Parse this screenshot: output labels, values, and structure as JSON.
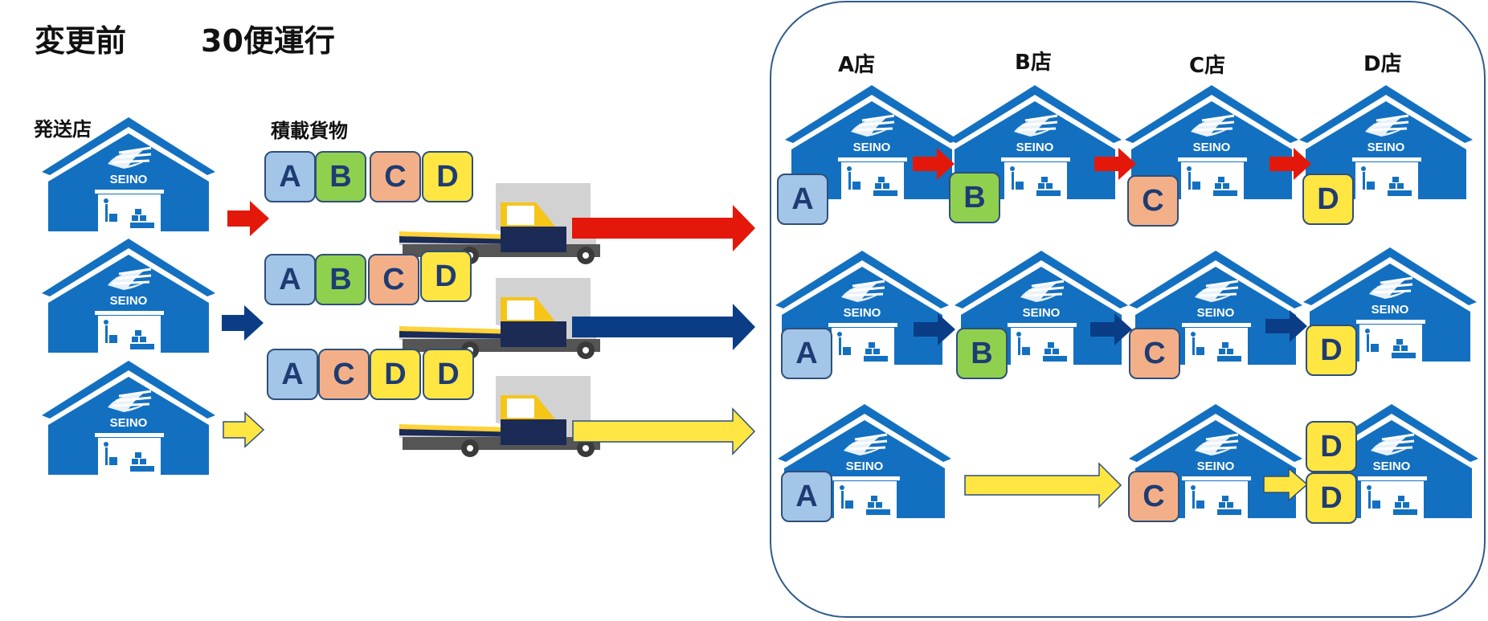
{
  "header": {
    "before_label": "変更前",
    "flights_label": "30便運行"
  },
  "section_labels": {
    "origin": "発送店",
    "cargo": "積載貨物"
  },
  "warehouse_sign": "SEINO",
  "stores": [
    "A店",
    "B店",
    "C店",
    "D店"
  ],
  "colors": {
    "route_red": "#e3180b",
    "route_navy": "#0a3d86",
    "route_yellow": "#ffe642",
    "warehouse_blue": "#1370c0",
    "panel_border": "#2f5b8a"
  },
  "box_colors": {
    "A": "#a3c5e8",
    "B": "#8fd14f",
    "C": "#f3b088",
    "D": "#ffe642"
  },
  "routes": [
    {
      "color": "red",
      "cargo": [
        "A",
        "B",
        "C",
        "D"
      ],
      "deliveries": [
        {
          "store": "A店",
          "box": "A"
        },
        {
          "store": "B店",
          "box": "B"
        },
        {
          "store": "C店",
          "box": "C"
        },
        {
          "store": "D店",
          "box": "D"
        }
      ]
    },
    {
      "color": "navy",
      "cargo": [
        "A",
        "B",
        "C",
        "D"
      ],
      "deliveries": [
        {
          "store": "A店",
          "box": "A"
        },
        {
          "store": "B店",
          "box": "B"
        },
        {
          "store": "C店",
          "box": "C"
        },
        {
          "store": "D店",
          "box": "D"
        }
      ]
    },
    {
      "color": "yellow",
      "cargo": [
        "A",
        "C",
        "D",
        "D"
      ],
      "deliveries": [
        {
          "store": "A店",
          "box": "A"
        },
        {
          "store": "C店",
          "box": "C"
        },
        {
          "store": "D店",
          "box": "D"
        },
        {
          "store": "D店",
          "box": "D"
        }
      ]
    }
  ]
}
